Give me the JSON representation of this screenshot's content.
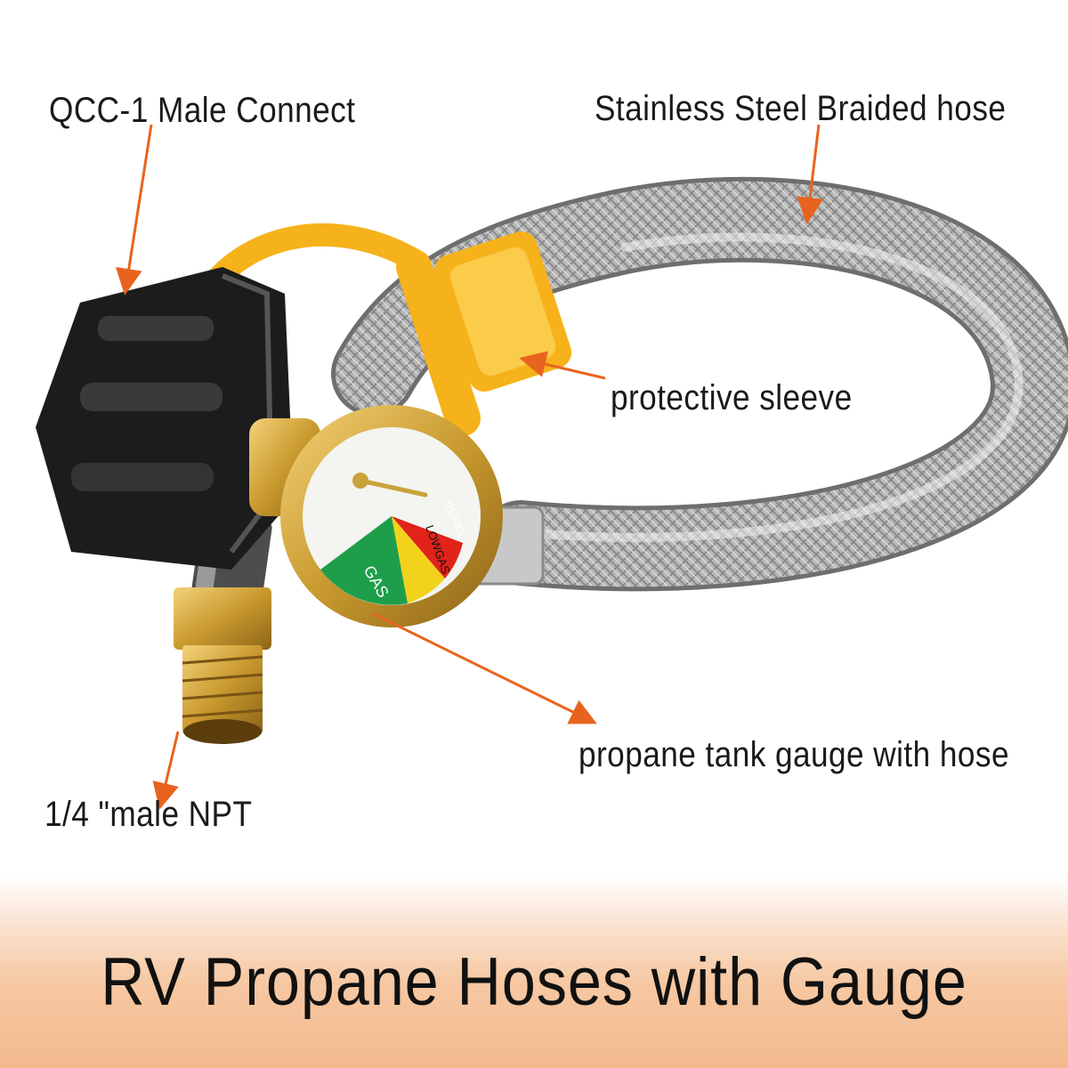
{
  "callouts": {
    "qcc": "QCC-1 Male Connect",
    "hose": "Stainless Steel Braided hose",
    "sleeve": "protective sleeve",
    "gauge": "propane tank gauge with hose",
    "npt": "1/4 \"male NPT"
  },
  "gauge_dial": {
    "zone_gas": "GAS",
    "zone_low": "LOWGAS",
    "zone_refill": "REFILL"
  },
  "banner": {
    "title": "RV Propane Hoses with Gauge"
  },
  "colors": {
    "arrow": "#e8641e",
    "cap": "#f6b21a",
    "connector": "#1c1c1c",
    "brass": "#c9a23a",
    "gauge_green": "#1e9e4a",
    "gauge_yellow": "#f2d21a",
    "gauge_red": "#e2231a",
    "banner": "#f3b98e"
  }
}
